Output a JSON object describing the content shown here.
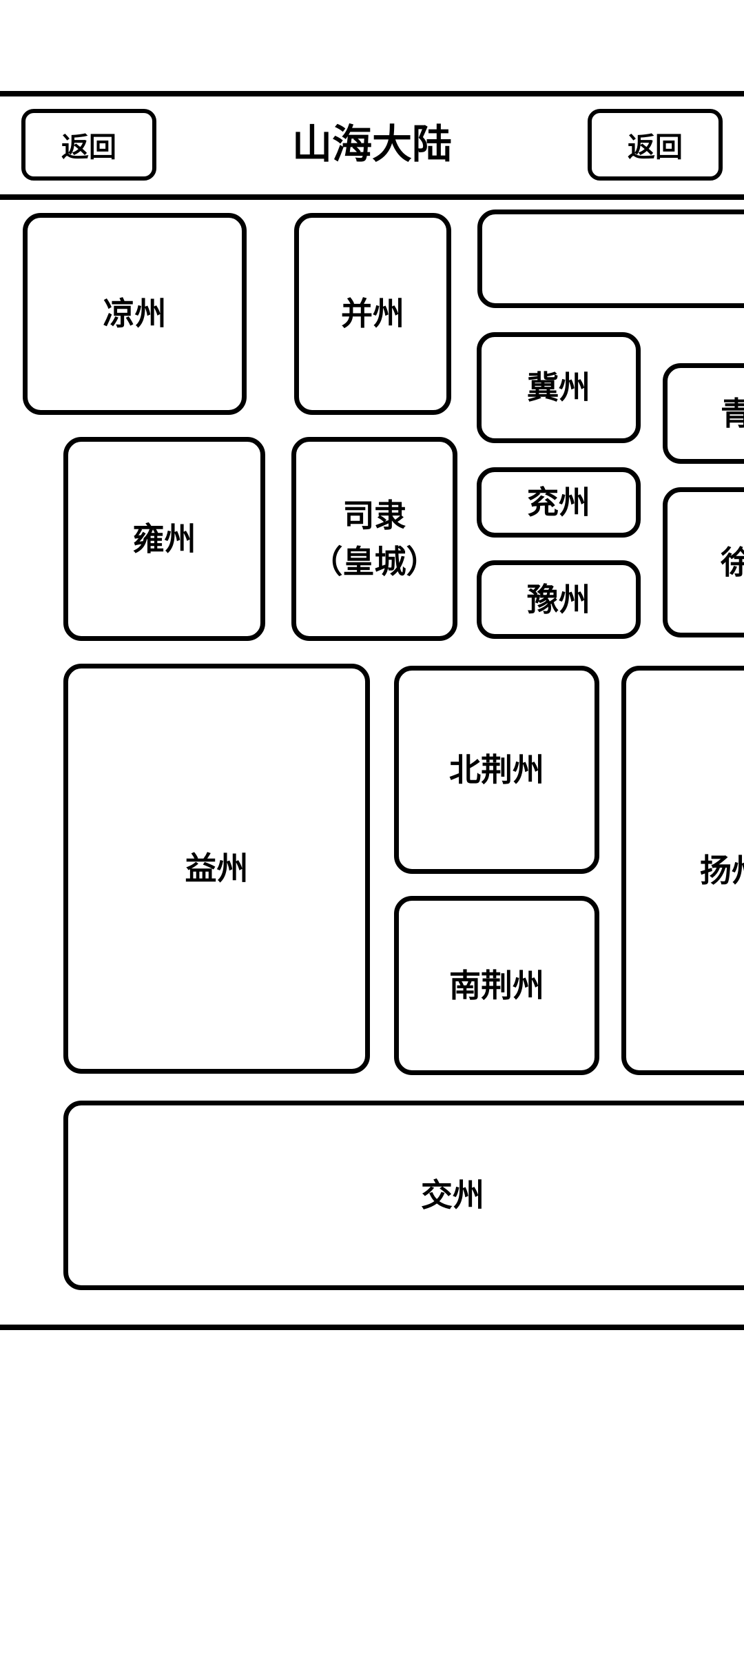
{
  "header": {
    "back_button_left": "返回",
    "title": "山海大陆",
    "back_button_right": "返回"
  },
  "map": {
    "regions": [
      {
        "id": "liangzhou",
        "label": "凉州"
      },
      {
        "id": "bingzhou",
        "label": "并州"
      },
      {
        "id": "unlabeled",
        "label": ""
      },
      {
        "id": "jizhou",
        "label": "冀州"
      },
      {
        "id": "qingzhou",
        "label": "青州"
      },
      {
        "id": "yongzhou",
        "label": "雍州"
      },
      {
        "id": "sili",
        "label": "司隶",
        "label_line2": "（皇城）"
      },
      {
        "id": "yanzhou",
        "label": "兖州"
      },
      {
        "id": "xuzhou",
        "label": "徐州"
      },
      {
        "id": "yuzhou",
        "label": "豫州"
      },
      {
        "id": "yizhou",
        "label": "益州"
      },
      {
        "id": "beijingzhou",
        "label": "北荆州"
      },
      {
        "id": "nanjingzhou",
        "label": "南荆州"
      },
      {
        "id": "yangzhou",
        "label": "扬州"
      },
      {
        "id": "jiaozhou",
        "label": "交州"
      }
    ]
  },
  "colors": {
    "ink": "#000000",
    "background": "#ffffff"
  }
}
